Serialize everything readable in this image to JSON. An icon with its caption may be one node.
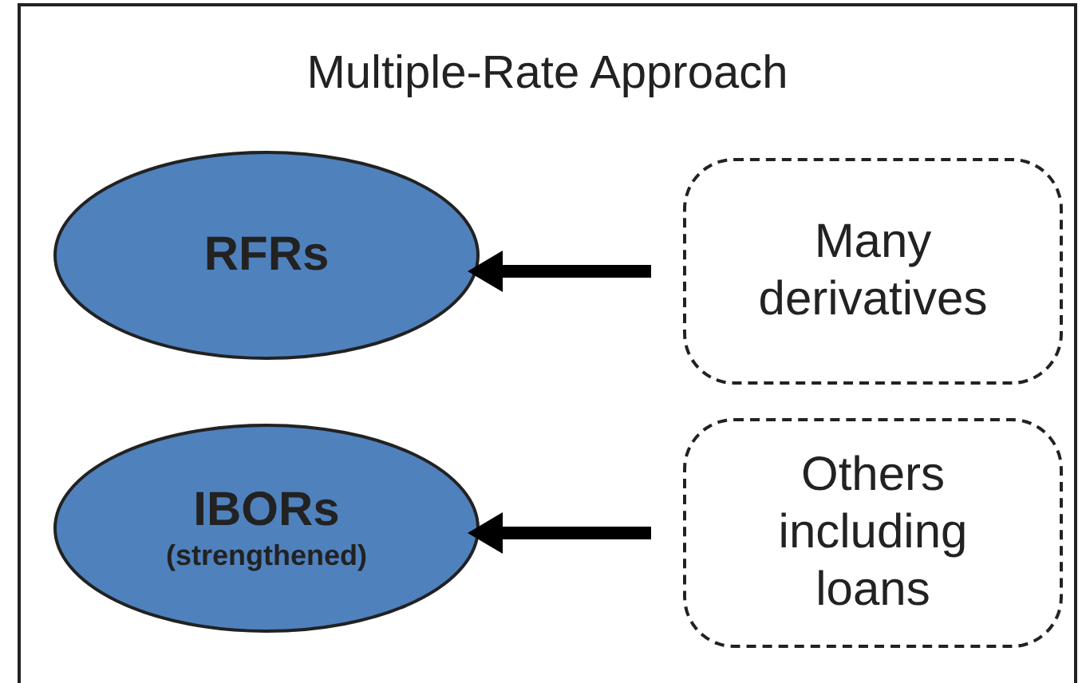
{
  "diagram": {
    "nodes": [
      {
        "text": [
          "Multiple-Rate Approach"
        ]
      },
      {
        "text": [
          "RFRs"
        ],
        "in": 0
      },
      {
        "text": [
          "Many derivatives"
        ],
        "in": 0
      },
      {
        "text": [
          "IBORs",
          "(strengthened)"
        ],
        "in": 0
      },
      {
        "text": [
          "Others including loans"
        ],
        "in": 0
      }
    ],
    "edges": [
      {
        "from": 2,
        "to": 1,
        "arrow": "to"
      },
      {
        "from": 4,
        "to": 3,
        "arrow": "to"
      }
    ]
  }
}
